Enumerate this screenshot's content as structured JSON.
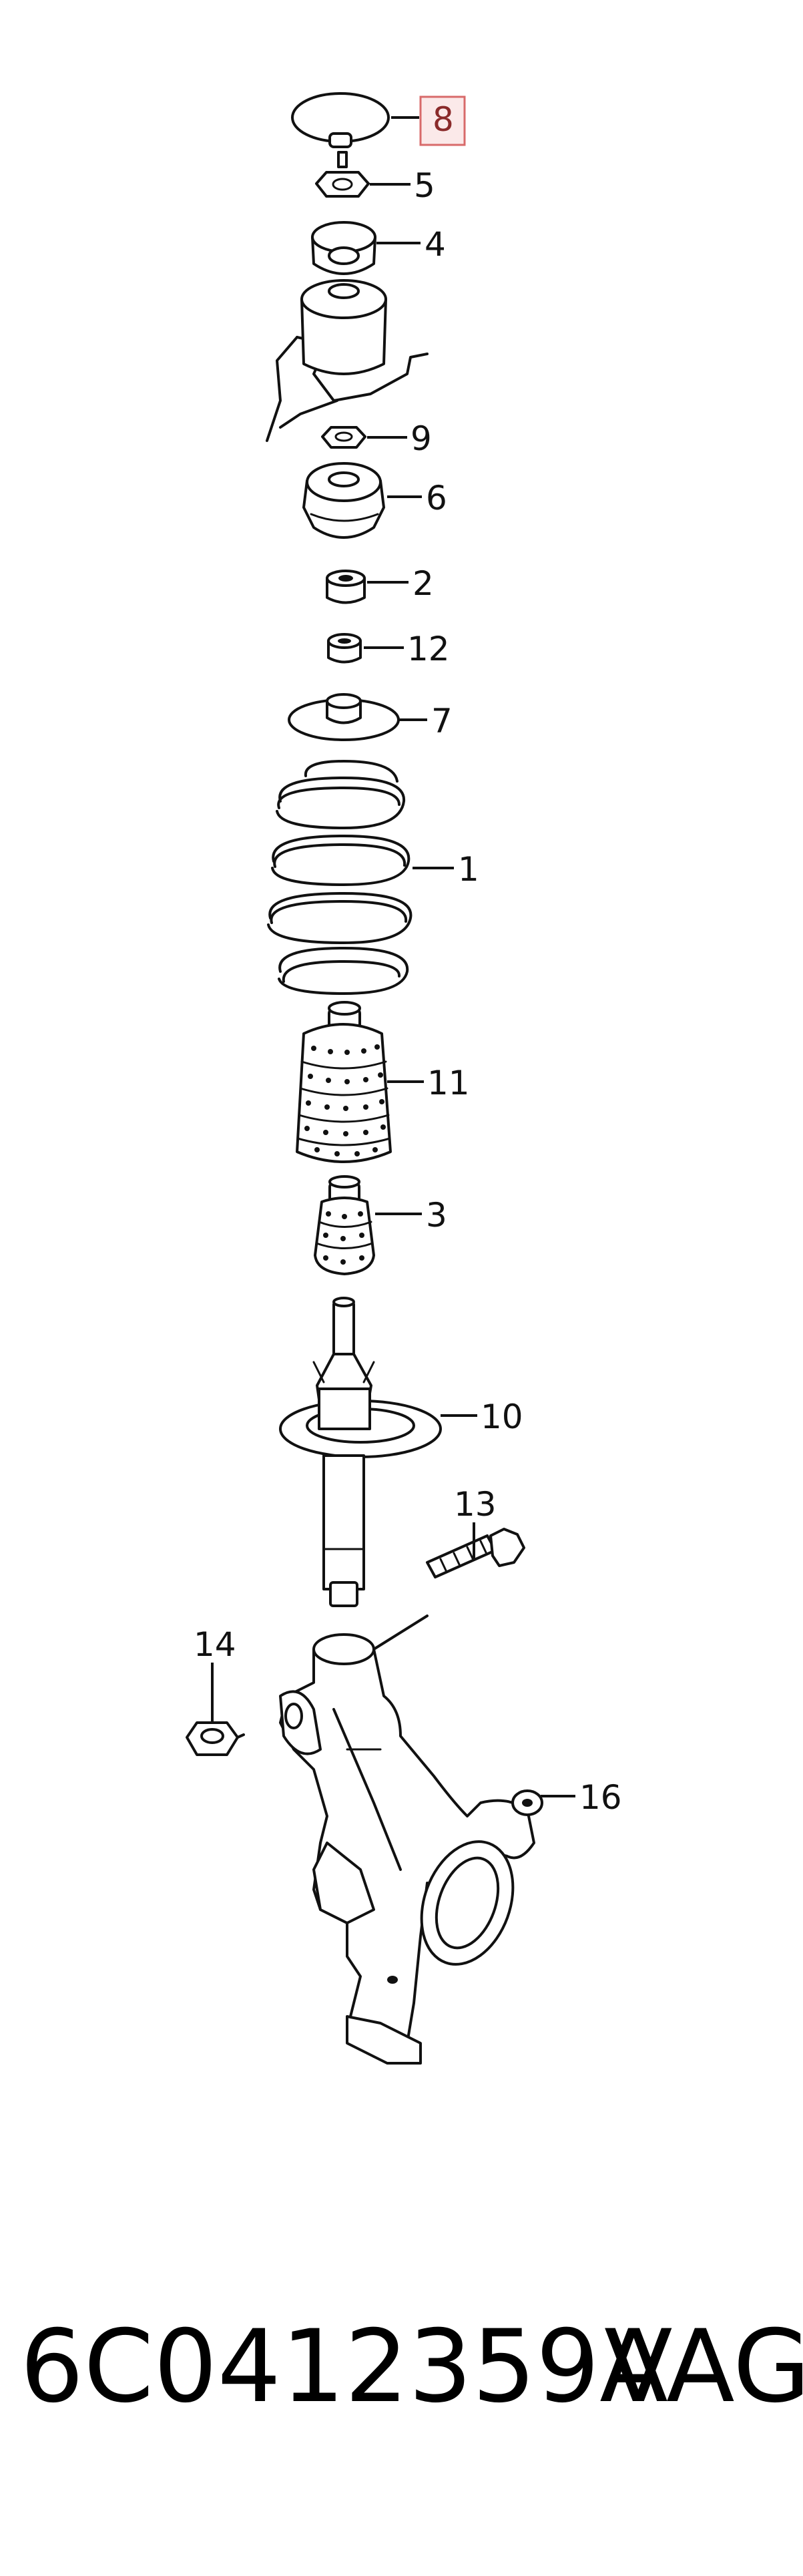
{
  "diagram": {
    "highlight_color": "#d86a6a",
    "callouts": [
      {
        "id": "8",
        "label": "8",
        "highlighted": true
      },
      {
        "id": "5",
        "label": "5",
        "highlighted": false
      },
      {
        "id": "4",
        "label": "4",
        "highlighted": false
      },
      {
        "id": "9",
        "label": "9",
        "highlighted": false
      },
      {
        "id": "6",
        "label": "6",
        "highlighted": false
      },
      {
        "id": "2",
        "label": "2",
        "highlighted": false
      },
      {
        "id": "12",
        "label": "12",
        "highlighted": false
      },
      {
        "id": "7",
        "label": "7",
        "highlighted": false
      },
      {
        "id": "1",
        "label": "1",
        "highlighted": false
      },
      {
        "id": "11",
        "label": "11",
        "highlighted": false
      },
      {
        "id": "3",
        "label": "3",
        "highlighted": false
      },
      {
        "id": "10",
        "label": "10",
        "highlighted": false
      },
      {
        "id": "13",
        "label": "13",
        "highlighted": false
      },
      {
        "id": "14",
        "label": "14",
        "highlighted": false
      },
      {
        "id": "16",
        "label": "16",
        "highlighted": false
      }
    ]
  },
  "footer": {
    "part_number": "6C0412359A",
    "brand": "VAG"
  }
}
